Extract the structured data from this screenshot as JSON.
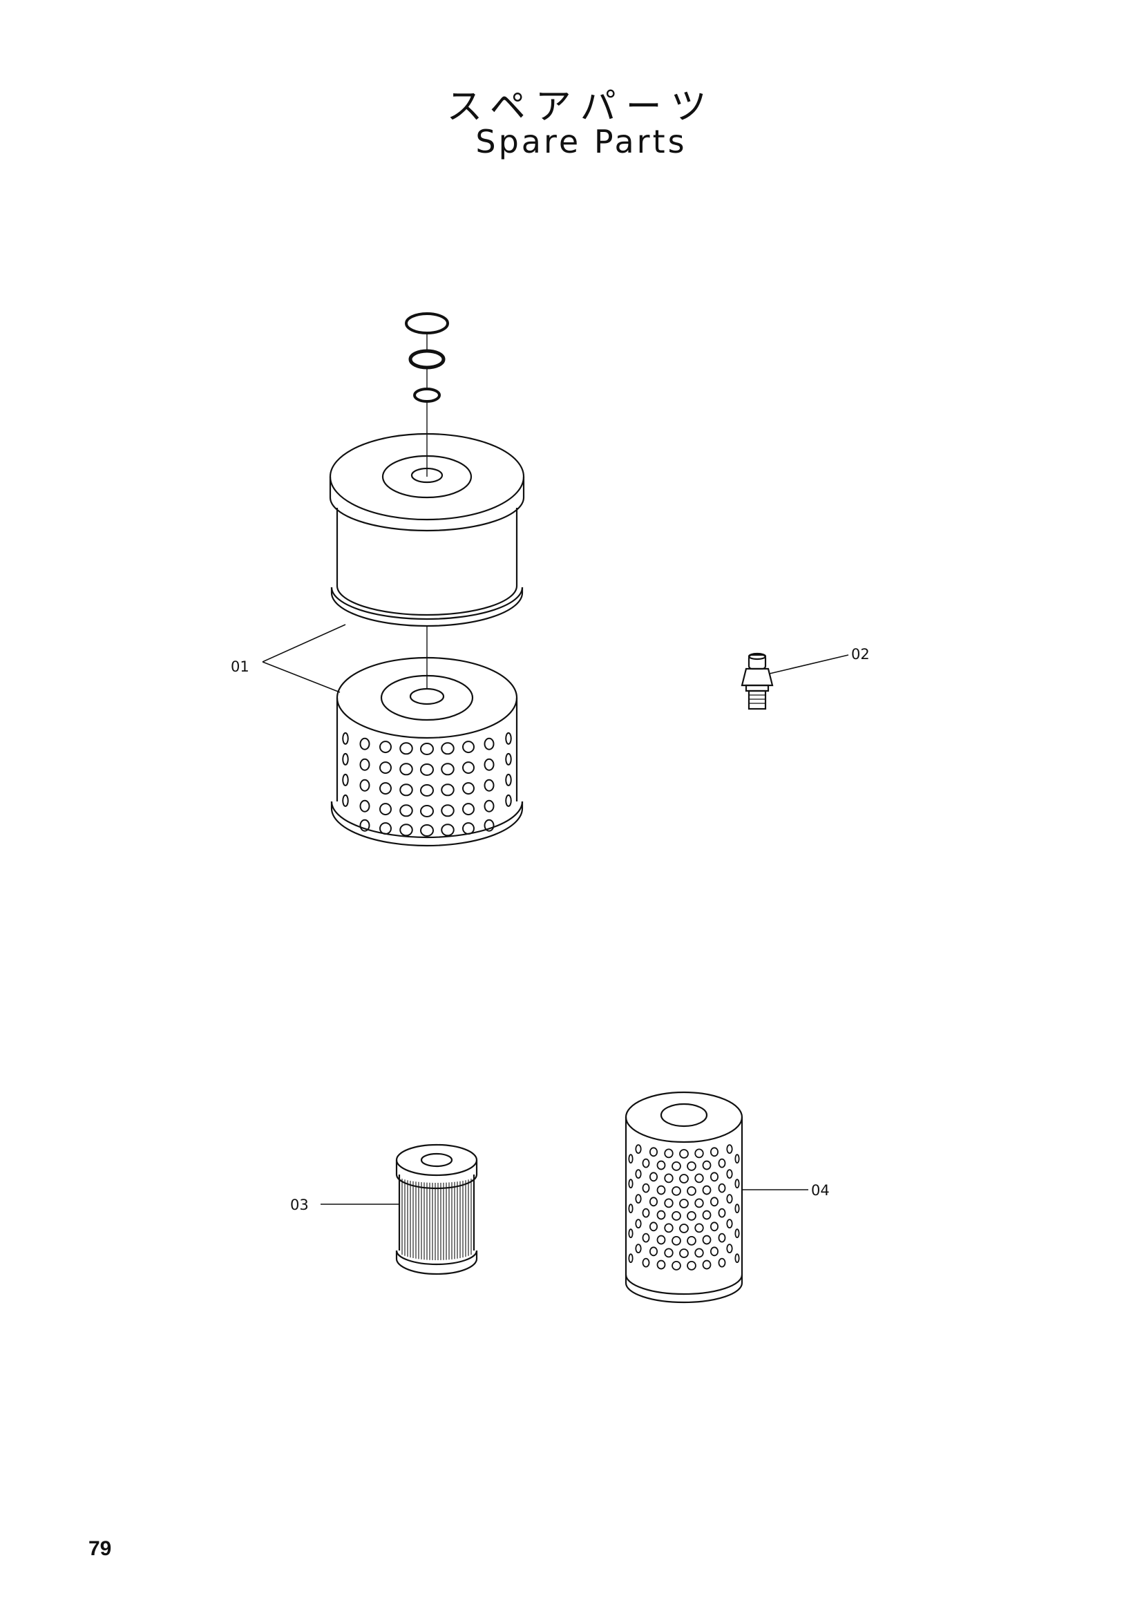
{
  "title_japanese": "スペアパーツ",
  "title_english": "Spare Parts",
  "page_number": "79",
  "callouts": {
    "part_01": "01",
    "part_02": "02",
    "part_03": "03",
    "part_04": "04"
  }
}
